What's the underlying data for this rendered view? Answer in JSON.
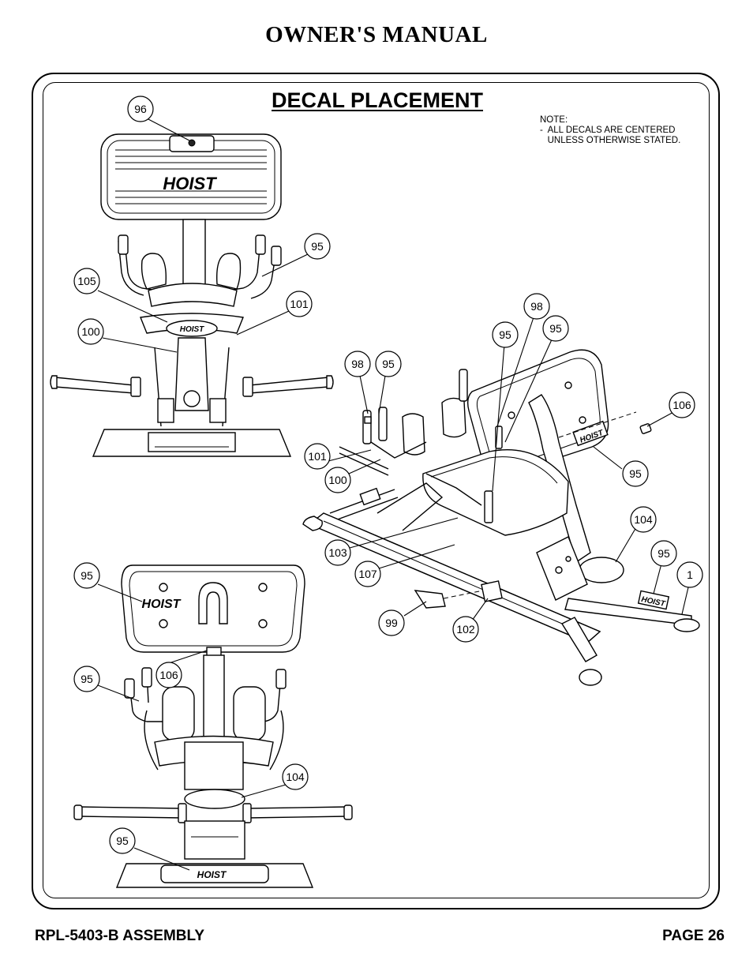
{
  "header": {
    "title": "OWNER'S MANUAL"
  },
  "section": {
    "title": "DECAL PLACEMENT"
  },
  "note": {
    "line1": "NOTE:",
    "line2": "-  ALL DECALS ARE CENTERED",
    "line3": "   UNLESS OTHERWISE STATED."
  },
  "brand": {
    "logo": "HOIST"
  },
  "callouts": {
    "front_view": [
      "96",
      "95",
      "105",
      "101",
      "100"
    ],
    "rear_view": [
      "95",
      "106",
      "95",
      "104",
      "95"
    ],
    "side_view": [
      "98",
      "95",
      "95",
      "98",
      "95",
      "106",
      "101",
      "100",
      "95",
      "103",
      "104",
      "107",
      "95",
      "1",
      "99",
      "102"
    ]
  },
  "footer": {
    "left": "RPL-5403-B ASSEMBLY",
    "right": "PAGE 26"
  }
}
